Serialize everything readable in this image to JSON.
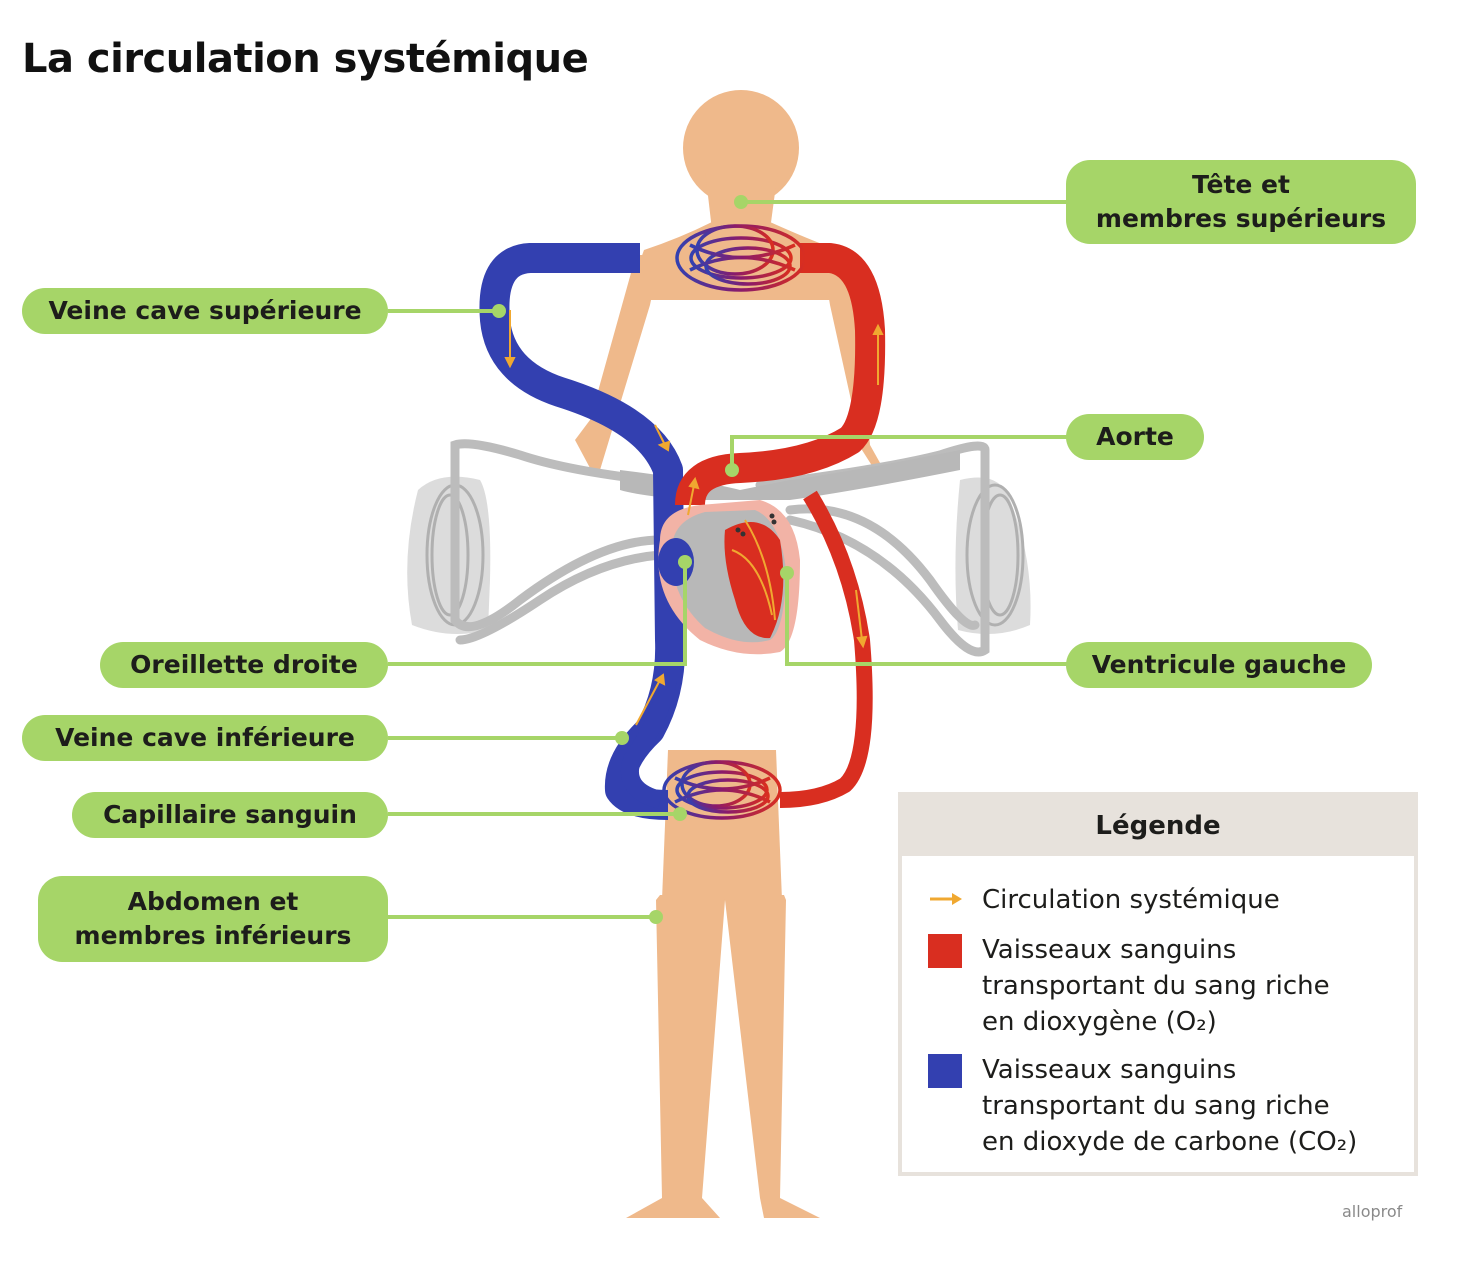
{
  "title": "La circulation systémique",
  "labels": {
    "head_limbs": {
      "line1": "Tête et",
      "line2": "membres supérieurs"
    },
    "superior_vena_cava": "Veine cave supérieure",
    "aorta": "Aorte",
    "right_atrium": "Oreillette droite",
    "left_ventricle": "Ventricule gauche",
    "inferior_vena_cava": "Veine cave inférieure",
    "capillary": "Capillaire sanguin",
    "abdomen_limbs": {
      "line1": "Abdomen et",
      "line2": "membres inférieurs"
    }
  },
  "legend": {
    "title": "Légende",
    "items": [
      {
        "icon": "arrow-right-icon",
        "color": "#f0a830",
        "lines": [
          "Circulation systémique"
        ]
      },
      {
        "icon": "red-square",
        "color": "#d92e20",
        "lines": [
          "Vaisseaux sanguins",
          "transportant du sang riche",
          "en dioxygène (O₂)"
        ]
      },
      {
        "icon": "blue-square",
        "color": "#3340b0",
        "lines": [
          "Vaisseaux sanguins",
          "transportant du sang riche",
          "en dioxyde de carbone (CO₂)"
        ]
      }
    ]
  },
  "colors": {
    "oxygenated": "#d92e20",
    "deoxygenated": "#3340b0",
    "skin": "#efb98b",
    "label_bg": "#a6d568",
    "pulmonary": "#b8b8b8",
    "flow_arrow": "#f0a830"
  },
  "credit": "alloprof"
}
